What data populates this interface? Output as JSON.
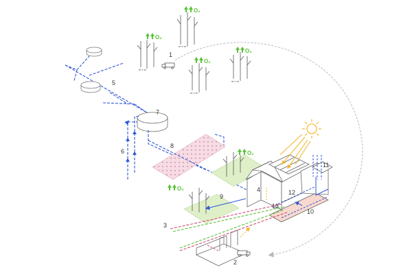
{
  "colors": {
    "blue": "#2f57d6",
    "green": "#5cc23a",
    "red": "#d24a74",
    "yellow": "#f2b421",
    "plot_fill": "#dff0c8",
    "field_fill": "#f6dce4",
    "room_fill": "#f8d9cf",
    "line": "#555555",
    "cycle": "#c4c4c4"
  },
  "o2_label": "O₂",
  "labels": {
    "n1": "1",
    "n2": "2",
    "n3": "3",
    "n4": "4",
    "n5": "5",
    "n6": "6",
    "n7": "7",
    "n8": "8",
    "n9": "9",
    "n10": "10",
    "n11": "11",
    "n12": "12",
    "n13": "13"
  },
  "icons": [
    "plant-icon",
    "oxygen-arrow-icon",
    "sun-icon",
    "truck-icon",
    "tank-icon",
    "house-icon",
    "sunray-icon"
  ]
}
